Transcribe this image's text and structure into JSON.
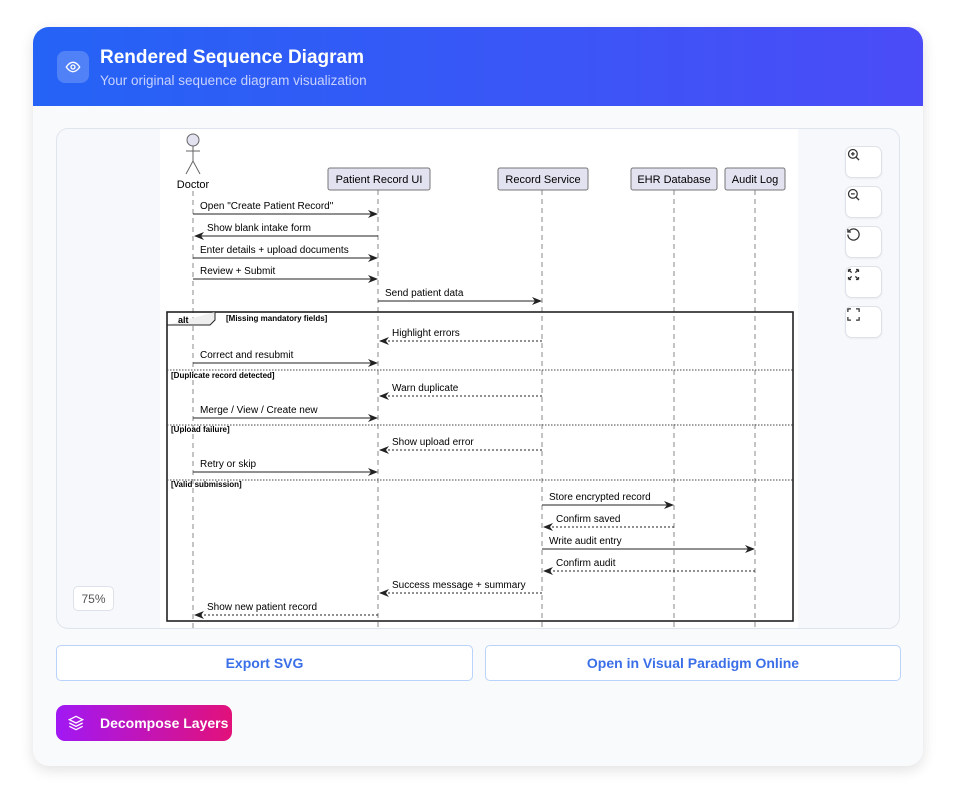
{
  "header": {
    "title": "Rendered Sequence Diagram",
    "subtitle": "Your original sequence diagram visualization",
    "icon": "eye-icon"
  },
  "viewer": {
    "zoom_level": "75%",
    "controls": [
      "zoom-in-icon",
      "zoom-out-icon",
      "reset-icon",
      "fit-icon",
      "fullscreen-icon"
    ]
  },
  "diagram": {
    "participants": [
      {
        "name": "Doctor",
        "kind": "actor"
      },
      {
        "name": "Patient Record UI",
        "kind": "participant"
      },
      {
        "name": "Record Service",
        "kind": "participant"
      },
      {
        "name": "EHR Database",
        "kind": "participant"
      },
      {
        "name": "Audit Log",
        "kind": "participant"
      }
    ],
    "messages": [
      {
        "from": 0,
        "to": 1,
        "text": "Open \"Create Patient Record\"",
        "style": "solid"
      },
      {
        "from": 1,
        "to": 0,
        "text": "Show blank intake form",
        "style": "solid"
      },
      {
        "from": 0,
        "to": 1,
        "text": "Enter details + upload documents",
        "style": "solid"
      },
      {
        "from": 0,
        "to": 1,
        "text": "Review + Submit",
        "style": "solid"
      },
      {
        "from": 1,
        "to": 2,
        "text": "Send patient data",
        "style": "solid"
      },
      {
        "from": 2,
        "to": 1,
        "text": "Highlight errors",
        "style": "dashed"
      },
      {
        "from": 0,
        "to": 1,
        "text": "Correct and resubmit",
        "style": "solid"
      },
      {
        "from": 2,
        "to": 1,
        "text": "Warn duplicate",
        "style": "dashed"
      },
      {
        "from": 0,
        "to": 1,
        "text": "Merge / View / Create new",
        "style": "solid"
      },
      {
        "from": 2,
        "to": 1,
        "text": "Show upload error",
        "style": "dashed"
      },
      {
        "from": 0,
        "to": 1,
        "text": "Retry or skip",
        "style": "solid"
      },
      {
        "from": 2,
        "to": 3,
        "text": "Store encrypted record",
        "style": "solid"
      },
      {
        "from": 3,
        "to": 2,
        "text": "Confirm saved",
        "style": "dashed"
      },
      {
        "from": 2,
        "to": 4,
        "text": "Write audit entry",
        "style": "solid"
      },
      {
        "from": 4,
        "to": 2,
        "text": "Confirm audit",
        "style": "dashed"
      },
      {
        "from": 2,
        "to": 1,
        "text": "Success message + summary",
        "style": "dashed"
      },
      {
        "from": 1,
        "to": 0,
        "text": "Show new patient record",
        "style": "dashed"
      }
    ],
    "fragment": {
      "type": "alt",
      "guards": [
        "[Missing mandatory fields]",
        "[Duplicate record detected]",
        "[Upload failure]",
        "[Valid submission]"
      ]
    }
  },
  "actions": {
    "export_svg": "Export SVG",
    "open_vp": "Open in Visual Paradigm Online",
    "decompose": "Decompose Layers",
    "decompose_icon": "layers-icon"
  }
}
